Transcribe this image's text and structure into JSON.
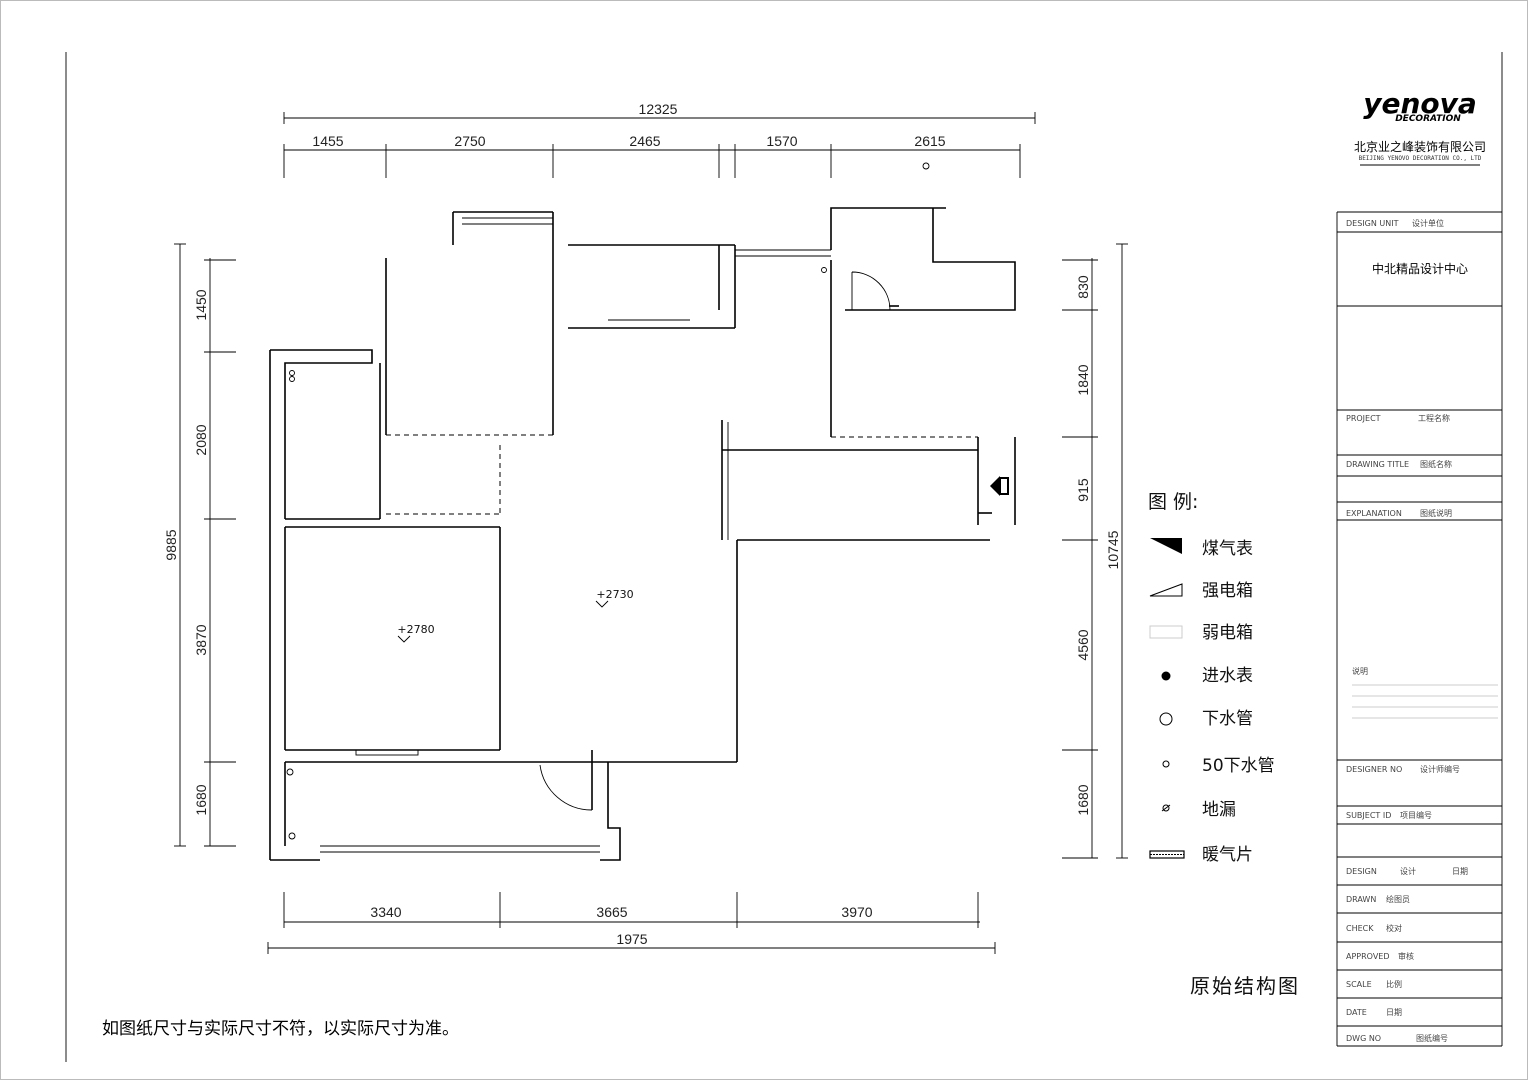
{
  "dimensions": {
    "top_total": "12325",
    "top_segments": [
      "1455",
      "2750",
      "2465",
      "1570",
      "2615"
    ],
    "left_total": "9885",
    "left_segments": [
      "1450",
      "2080",
      "3870",
      "1680"
    ],
    "right_total": "10745",
    "right_segments": [
      "830",
      "1840",
      "915",
      "4560",
      "1680"
    ],
    "bottom_total": "1975",
    "bottom_segments": [
      "3340",
      "3665",
      "3970"
    ]
  },
  "floor_labels": [
    "+2780",
    "+2730"
  ],
  "legend": {
    "title": "图 例:",
    "items": [
      {
        "icon": "gas-meter-icon",
        "label": "煤气表"
      },
      {
        "icon": "strong-electric-box-icon",
        "label": "强电箱"
      },
      {
        "icon": "weak-electric-box-icon",
        "label": "弱电箱"
      },
      {
        "icon": "water-meter-icon",
        "label": "进水表"
      },
      {
        "icon": "drain-pipe-icon",
        "label": "下水管"
      },
      {
        "icon": "drain-pipe-50-icon",
        "label": "50下水管"
      },
      {
        "icon": "floor-drain-icon",
        "label": "地漏"
      },
      {
        "icon": "radiator-icon",
        "label": "暖气片"
      }
    ]
  },
  "drawing_title": "原始结构图",
  "footer_note": "如图纸尺寸与实际尺寸不符，以实际尺寸为准。",
  "title_block": {
    "logo": "yenova",
    "logo_sub": "DECORATION",
    "company_cn": "北京业之峰装饰有限公司",
    "company_en": "BEIJING YENOVO DECORATION CO., LTD",
    "design_unit_label": "DESIGN UNIT",
    "design_unit_cn": "设计单位",
    "design_center": "中北精品设计中心",
    "project_label": "PROJECT",
    "project_cn": "工程名称",
    "drawing_title_label": "DRAWING TITLE",
    "drawing_title_cn": "图纸名称",
    "explanation_label": "EXPLANATION",
    "explanation_cn": "图纸说明",
    "notes_title": "说明",
    "designer_label": "DESIGNER NO",
    "designer_cn": "设计师编号",
    "subject_label": "SUBJECT ID",
    "subject_cn": "项目编号",
    "design_row_label": "DESIGN",
    "design_row_cn": "设计",
    "date_label": "日期",
    "drawn_label": "DRAWN",
    "drawn_cn": "绘图员",
    "check_label": "CHECK",
    "check_cn": "校对",
    "approved_label": "APPROVED",
    "approved_cn": "审核",
    "scale_label": "SCALE",
    "scale_cn": "比例",
    "date_row_label": "DATE",
    "date_row_cn": "日期",
    "dwg_label": "DWG NO",
    "dwg_cn": "图纸编号"
  }
}
